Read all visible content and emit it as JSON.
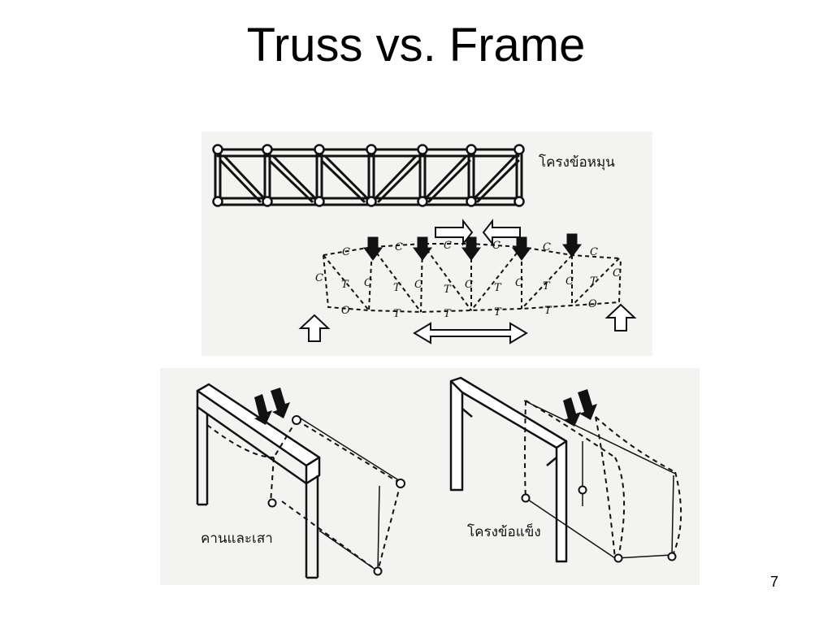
{
  "slide": {
    "title": "Truss vs. Frame",
    "page_number": "7"
  },
  "diagram": {
    "truss_label": "โครงข้อหมุน",
    "beam_column_label": "คานและเสา",
    "rigid_frame_label": "โครงข้อแข็ง",
    "force_letters": {
      "compression": "C",
      "tension": "T",
      "zero": "O"
    }
  }
}
